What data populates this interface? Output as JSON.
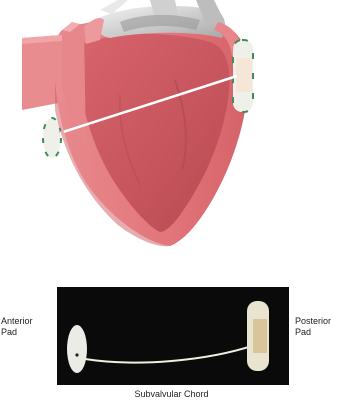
{
  "labels": {
    "anterior_pad": "Anterior\nPad",
    "posterior_pad": "Posterior\nPad",
    "caption": "Subvalvular Chord"
  },
  "colors": {
    "myocardium": "#e2757a",
    "myocardium_dark": "#c5545b",
    "myocardium_inner": "#d8646c",
    "valve": "#d9d9d9",
    "pad": "#f0f0ea",
    "pad_accent": "#3e8e58",
    "chord": "#f5f5f0",
    "photo_background": "#0a0a0a"
  }
}
